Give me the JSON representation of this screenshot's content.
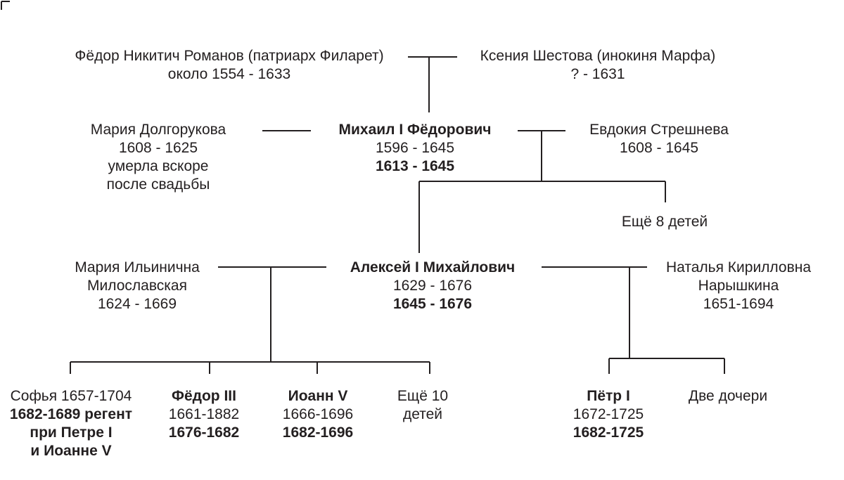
{
  "tree": {
    "gen1": {
      "fyodor": {
        "name": "Фёдор Никитич Романов (патриарх Филарет)",
        "years": "около 1554 - 1633"
      },
      "ksenia": {
        "name": "Ксения Шестова (инокиня Марфа)",
        "years": "? - 1631"
      }
    },
    "gen2": {
      "maria_d": {
        "name": "Мария Долгорукова",
        "years": "1608 - 1625",
        "note1": "умерла вскоре",
        "note2": "после свадьбы"
      },
      "mikhail": {
        "name": "Михаил I Фёдорович",
        "years": "1596 - 1645",
        "reign": "1613 - 1645"
      },
      "evdokia": {
        "name": "Евдокия Стрешнева",
        "years": "1608 - 1645"
      },
      "others": "Ещё 8 детей"
    },
    "gen3": {
      "maria_m": {
        "name1": "Мария Ильинична",
        "name2": "Милославская",
        "years": "1624 - 1669"
      },
      "alexei": {
        "name": "Алексей I Михайлович",
        "years": "1629 - 1676",
        "reign": "1645 - 1676"
      },
      "natalia": {
        "name1": "Наталья Кирилловна",
        "name2": "Нарышкина",
        "years": "1651-1694"
      }
    },
    "gen4": {
      "sofia": {
        "line1": "Софья 1657-1704",
        "line2": "1682-1689 регент",
        "line3": "при Петре I",
        "line4": "и Иоанне V"
      },
      "fyodor3": {
        "name": "Фёдор III",
        "years": "1661-1882",
        "reign": "1676-1682"
      },
      "ioann5": {
        "name": "Иоанн V",
        "years": "1666-1696",
        "reign": "1682-1696"
      },
      "others10": {
        "line1": "Ещё 10",
        "line2": "детей"
      },
      "peter1": {
        "name": "Пётр I",
        "years": "1672-1725",
        "reign": "1682-1725"
      },
      "daughters": "Две дочери"
    }
  }
}
